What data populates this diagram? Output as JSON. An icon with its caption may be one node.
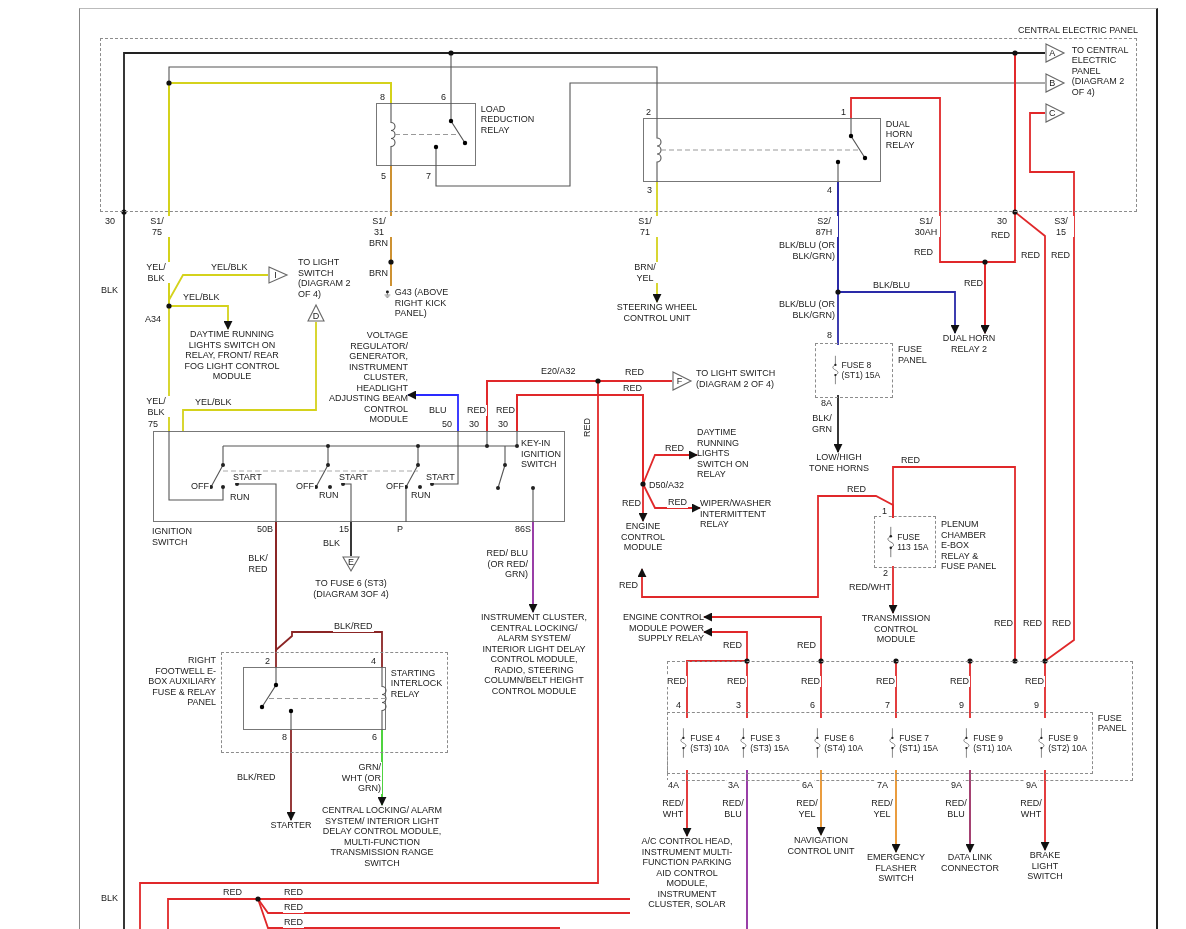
{
  "diagram": {
    "nodes": [
      {
        "text": [
          "CENTRAL ELECTRIC PANEL"
        ]
      },
      {
        "text": [
          "LOAD REDUCTION RELAY"
        ],
        "in": 0
      },
      {
        "text": [
          "DUAL HORN RELAY"
        ],
        "in": 0
      },
      {
        "text": [
          "A"
        ],
        "in": 0
      },
      {
        "text": [
          "B"
        ],
        "in": 0,
        "beside": [
          "TO CENTRAL ELECTRIC PANEL (DIAGRAM 2 OF 4)"
        ]
      },
      {
        "text": [
          "C"
        ],
        "in": 0
      },
      {
        "text": [
          "IGNITION SWITCH",
          "KEY-IN IGNITION SWITCH"
        ]
      },
      {
        "text": [
          "I"
        ]
      },
      {
        "text": [
          "D"
        ],
        "beside": [
          "TO LIGHT SWITCH (DIAGRAM 2 OF 4)"
        ]
      },
      {
        "text": [
          "DAYTIME RUNNING LIGHTS SWITCH ON RELAY, FRONT/ REAR FOG LIGHT CONTROL MODULE"
        ]
      },
      {
        "text": [
          "G43 (ABOVE RIGHT KICK PANEL)"
        ]
      },
      {
        "text": [
          "STEERING WHEEL CONTROL UNIT"
        ]
      },
      {
        "text": [
          "DUAL HORN RELAY 2"
        ]
      },
      {
        "text": [
          "FUSE PANEL"
        ]
      },
      {
        "text": [
          "FUSE 8 (ST1) 15A"
        ],
        "in": 13
      },
      {
        "text": [
          "LOW/HIGH TONE HORNS"
        ]
      },
      {
        "text": [
          "VOLTAGE REGULATOR/ GENERATOR, INSTRUMENT CLUSTER, HEADLIGHT ADJUSTING BEAM CONTROL MODULE"
        ]
      },
      {
        "text": [
          "F"
        ],
        "beside": [
          "TO LIGHT SWITCH (DIAGRAM 2 OF 4)"
        ]
      },
      {
        "text": [
          "DAYTIME RUNNING LIGHTS SWITCH ON RELAY"
        ]
      },
      {
        "text": [
          "WIPER/WASHER INTERMITTENT RELAY"
        ]
      },
      {
        "text": [
          "ENGINE CONTROL MODULE"
        ]
      },
      {
        "text": [
          "PLENUM CHAMBER E-BOX RELAY & FUSE PANEL"
        ]
      },
      {
        "text": [
          "FUSE 113 15A"
        ],
        "in": 21
      },
      {
        "text": [
          "TRANSMISSION CONTROL MODULE"
        ]
      },
      {
        "text": [
          "ENGINE CONTROL MODULE POWER SUPPLY RELAY"
        ]
      },
      {
        "text": [
          "E"
        ],
        "beside": [
          "TO FUSE 6 (ST3) (DIAGRAM 3OF 4)"
        ]
      },
      {
        "text": [
          "INSTRUMENT CLUSTER, CENTRAL LOCKING/ ALARM SYSTEM/ INTERIOR LIGHT DELAY CONTROL MODULE, RADIO, STEERING COLUMN/BELT HEIGHT CONTROL MODULE"
        ]
      },
      {
        "text": [
          "RIGHT FOOTWELL E-BOX AUXILIARY FUSE & RELAY PANEL"
        ]
      },
      {
        "text": [
          "STARTING INTERLOCK RELAY"
        ],
        "in": 27
      },
      {
        "text": [
          "STARTER"
        ]
      },
      {
        "text": [
          "CENTRAL LOCKING/ ALARM SYSTEM/ INTERIOR LIGHT DELAY CONTROL MODULE, MULTI-FUNCTION TRANSMISSION RANGE SWITCH"
        ]
      },
      {
        "text": [],
        "shape": "box"
      },
      {
        "text": [
          "FUSE PANEL"
        ],
        "in": 31
      },
      {
        "text": [
          "FUSE 4 (ST3) 10A"
        ],
        "in": 32
      },
      {
        "text": [
          "FUSE 3 (ST3) 15A"
        ],
        "in": 32
      },
      {
        "text": [
          "FUSE 6 (ST4) 10A"
        ],
        "in": 32
      },
      {
        "text": [
          "FUSE 7 (ST1) 15A"
        ],
        "in": 32
      },
      {
        "text": [
          "FUSE 9 (ST1) 10A"
        ],
        "in": 32
      },
      {
        "text": [
          "FUSE 9 (ST2) 10A"
        ],
        "in": 32
      },
      {
        "text": [
          "A/C CONTROL HEAD, INSTRUMENT MULTI-FUNCTION PARKING AID CONTROL MODULE, INSTRUMENT CLUSTER, SOLAR"
        ]
      },
      {
        "text": [
          "NAVIGATION CONTROL UNIT"
        ]
      },
      {
        "text": [
          "EMERGENCY FLASHER SWITCH"
        ]
      },
      {
        "text": [
          "DATA LINK CONNECTOR"
        ]
      },
      {
        "text": [
          "BRAKE LIGHT SWITCH"
        ]
      }
    ],
    "edges": [
      {
        "from": 1,
        "to": 3,
        "arrow": "none",
        "color": "#555555"
      },
      {
        "from": 1,
        "to": 4,
        "arrow": "none",
        "color": "#555555"
      },
      {
        "from": 1,
        "to": 2,
        "arrow": "none",
        "color": "#555555"
      },
      {
        "from": 1,
        "to": 7,
        "arrow": "none",
        "label": "YEL/BLK",
        "color": "#d4d21c"
      },
      {
        "from": 1,
        "to": 9,
        "arrow": "to",
        "label": "YEL/BLK",
        "color": "#d4d21c"
      },
      {
        "from": 1,
        "to": 6,
        "arrow": "none",
        "label": "YEL/ BLK",
        "color": "#d4d21c"
      },
      {
        "from": 8,
        "to": 6,
        "arrow": "none",
        "label": "YEL/BLK",
        "color": "#d4d21c"
      },
      {
        "from": 1,
        "to": 10,
        "arrow": "none",
        "label": "BRN",
        "color": "#c8861c"
      },
      {
        "from": 2,
        "to": 11,
        "arrow": "to",
        "label": "BRN/ YEL",
        "color": "#d4d21c"
      },
      {
        "from": 2,
        "to": 12,
        "arrow": "to",
        "label": "BLK/BLU",
        "color": "#2a2aa8"
      },
      {
        "from": 2,
        "to": 14,
        "arrow": "none",
        "label": "BLK/BLU (OR BLK/GRN)",
        "color": "#2a2aa8"
      },
      {
        "from": 14,
        "to": 15,
        "arrow": "to",
        "label": "BLK/ GRN",
        "color": "#222222"
      },
      {
        "from": 2,
        "to": 12,
        "arrow": "to",
        "label": "RED"
      },
      {
        "from": 3,
        "to": 12,
        "arrow": "to",
        "label": "RED"
      },
      {
        "from": 3,
        "to": 31,
        "arrow": "none",
        "label": "RED"
      },
      {
        "from": 5,
        "to": 31,
        "arrow": "none",
        "label": "RED"
      },
      {
        "from": 31,
        "to": 22,
        "arrow": "none",
        "label": "RED"
      },
      {
        "from": 22,
        "to": 20,
        "arrow": "to",
        "label": "RED"
      },
      {
        "from": 22,
        "to": 23,
        "arrow": "to",
        "label": "RED/WHT"
      },
      {
        "from": 31,
        "to": 24,
        "arrow": "to",
        "label": "RED"
      },
      {
        "from": 31,
        "to": 24,
        "arrow": "to",
        "label": "RED"
      },
      {
        "from": 31,
        "to": 33,
        "arrow": "none",
        "label": "RED"
      },
      {
        "from": 31,
        "to": 34,
        "arrow": "none",
        "label": "RED"
      },
      {
        "from": 31,
        "to": 35,
        "arrow": "none",
        "label": "RED"
      },
      {
        "from": 31,
        "to": 36,
        "arrow": "none",
        "label": "RED"
      },
      {
        "from": 31,
        "to": 37,
        "arrow": "none",
        "label": "RED"
      },
      {
        "from": 31,
        "to": 38,
        "arrow": "none",
        "label": "RED"
      },
      {
        "from": 33,
        "to": 39,
        "arrow": "to",
        "label": "RED/ WHT"
      },
      {
        "from": 34,
        "to": null,
        "arrow": "none",
        "label": "RED/ BLU",
        "color": "#8e2a9e"
      },
      {
        "from": 35,
        "to": 40,
        "arrow": "to",
        "label": "RED/ YEL",
        "color": "#e8922a"
      },
      {
        "from": 36,
        "to": 41,
        "arrow": "to",
        "label": "RED/ YEL",
        "color": "#e8922a"
      },
      {
        "from": 37,
        "to": 42,
        "arrow": "to",
        "label": "RED/ BLU",
        "color": "#9b2d63"
      },
      {
        "from": 38,
        "to": 43,
        "arrow": "to",
        "label": "RED/ WHT"
      },
      {
        "from": 6,
        "to": 28,
        "arrow": "none",
        "label": "BLK/ RED",
        "color": "#8b2525"
      },
      {
        "from": 6,
        "to": 28,
        "arrow": "none",
        "label": "BLK/RED",
        "color": "#8b2525"
      },
      {
        "from": 6,
        "to": 25,
        "arrow": "none",
        "label": "BLK",
        "color": "#222222"
      },
      {
        "from": 6,
        "to": 26,
        "arrow": "to",
        "label": "RED/ BLU (OR RED/ GRN)",
        "color": "#8e2a9e"
      },
      {
        "from": 6,
        "to": 16,
        "arrow": "to",
        "label": "BLU",
        "color": "#2a2aff"
      },
      {
        "from": 6,
        "to": 17,
        "arrow": "none",
        "label": "RED"
      },
      {
        "from": 6,
        "to": 18,
        "arrow": "to",
        "label": "RED"
      },
      {
        "from": 6,
        "to": 19,
        "arrow": "to",
        "label": "RED"
      },
      {
        "from": 6,
        "to": 20,
        "arrow": "to",
        "label": "RED"
      },
      {
        "from": 6,
        "to": null,
        "arrow": "none",
        "label": "RED"
      },
      {
        "from": 3,
        "to": null,
        "arrow": "none",
        "label": "BLK",
        "color": "#222222"
      },
      {
        "from": 28,
        "to": 29,
        "arrow": "to",
        "label": "BLK/RED",
        "color": "#8b2525"
      },
      {
        "from": 28,
        "to": 30,
        "arrow": "to",
        "label": "GRN/ WHT (OR GRN)",
        "color": "#3ccf2a"
      }
    ],
    "labels": [
      "30",
      "S1/ 75",
      "S1/ 31",
      "S1/ 71",
      "S2/ 87H",
      "S1/ 30AH",
      "30",
      "S3/ 15",
      "8",
      "6",
      "5",
      "7",
      "2",
      "1",
      "3",
      "4",
      "BRN",
      "A34",
      "BLK/BLU (OR BLK/GRN)",
      "RED",
      "YEL/ BLK",
      "75",
      "50",
      "RED",
      "30",
      "RED",
      "30",
      "E20/A32",
      "RED",
      "OFF",
      "START",
      "RUN",
      "OFF",
      "START",
      "RUN",
      "OFF",
      "START",
      "RUN",
      "D50/A32",
      "RED",
      "8",
      "8A",
      "1",
      "2",
      "50B",
      "15",
      "P",
      "86S",
      "2",
      "4",
      "8",
      "6",
      "RED",
      "RED",
      "RED",
      "4",
      "3",
      "6",
      "7",
      "9",
      "9",
      "4A",
      "3A",
      "6A",
      "7A",
      "9A",
      "9A",
      "BLK",
      "RED",
      "RED",
      "RED",
      "RED"
    ]
  }
}
